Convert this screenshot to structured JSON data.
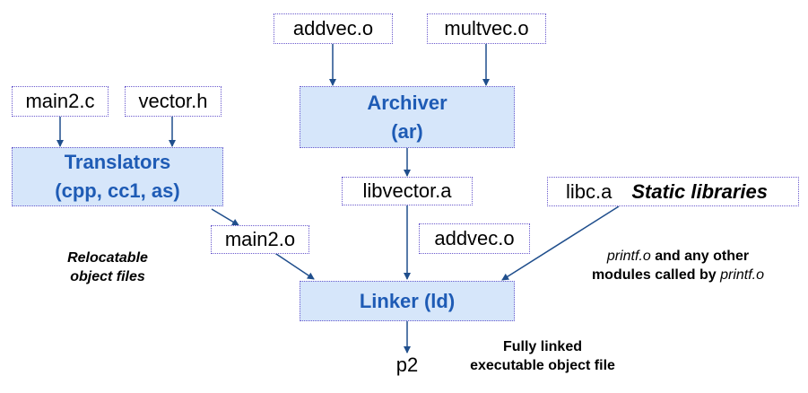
{
  "files": {
    "main2_c": "main2.c",
    "vector_h": "vector.h",
    "addvec_o_top": "addvec.o",
    "multvec_o": "multvec.o",
    "libvector_a": "libvector.a",
    "libc_a": "libc.a",
    "main2_o": "main2.o",
    "addvec_o_mid": "addvec.o",
    "p2": "p2"
  },
  "processors": {
    "translators": {
      "line1": "Translators",
      "line2": "(cpp, cc1, as)"
    },
    "archiver": {
      "line1": "Archiver",
      "line2": "(ar)"
    },
    "linker": {
      "line1": "Linker (ld)"
    }
  },
  "labels": {
    "static_libraries": "Static libraries",
    "relocatable_line1": "Relocatable",
    "relocatable_line2": "object files",
    "printf_line1_ital": "printf.o",
    "printf_line1_rest": " and any other",
    "printf_line2_pre": "modules called by ",
    "printf_line2_ital": "printf.o",
    "fully_linked_line1": "Fully linked",
    "fully_linked_line2": "executable object file"
  },
  "colors": {
    "arrow": "#1f4e8c",
    "process_fill": "#d6e6fa",
    "process_text": "#1e5bb5",
    "box_border": "#6a5acd"
  }
}
